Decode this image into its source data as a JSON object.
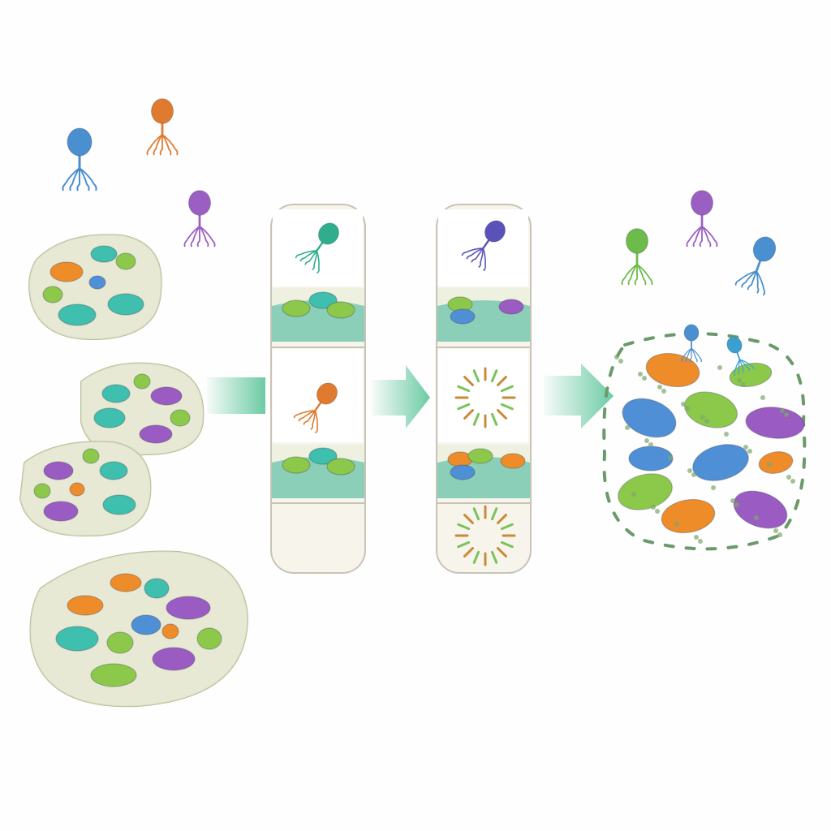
{
  "colors": {
    "phage_blue": "#4a8fd0",
    "phage_orange": "#e07a2e",
    "phage_purple": "#9b5fc4",
    "phage_green": "#6dbb4a",
    "phage_teal": "#2fae8e",
    "biofilm_matrix": "#e3e6cf",
    "biofilm_edge": "#b9bf9a",
    "arrow": "#5cc59a",
    "panel_bg": "#f7f4ec",
    "water": "#8ccfb8",
    "bacteria_teal": "#3fbfae",
    "bacteria_green": "#8cc94a",
    "bacteria_purple": "#9a5bc2",
    "bacteria_orange": "#ee8c2a",
    "bacteria_blue": "#4f8fd6"
  },
  "stages": [
    "phages-and-biofilms",
    "phage-attachment",
    "biofilm-disruption",
    "released-bacteria"
  ],
  "icons": [
    "bacteriophage-icon",
    "biofilm-icon",
    "bacterium-icon",
    "arrow-right-icon",
    "lysis-burst-icon"
  ]
}
